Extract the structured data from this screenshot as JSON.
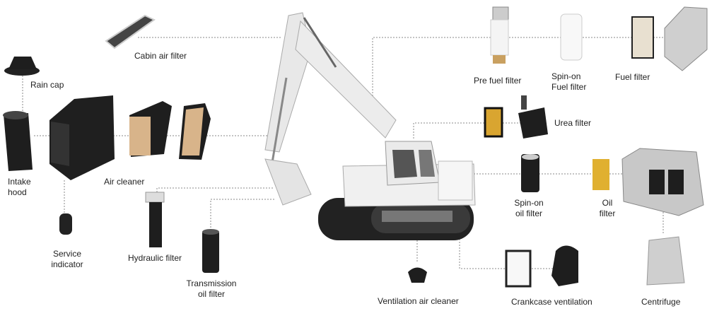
{
  "labels": {
    "cabin_air_filter": "Cabin air filter",
    "rain_cap": "Rain cap",
    "intake_hood_1": "Intake",
    "intake_hood_2": "hood",
    "air_cleaner": "Air cleaner",
    "service_indicator_1": "Service",
    "service_indicator_2": "indicator",
    "hydraulic_filter": "Hydraulic filter",
    "transmission_oil_filter_1": "Transmission",
    "transmission_oil_filter_2": "oil filter",
    "pre_fuel_filter": "Pre fuel filter",
    "spin_on_fuel_filter_1": "Spin-on",
    "spin_on_fuel_filter_2": "Fuel filter",
    "fuel_filter": "Fuel filter",
    "urea_filter": "Urea filter",
    "spin_on_oil_filter_1": "Spin-on",
    "spin_on_oil_filter_2": "oil filter",
    "oil_filter_1": "Oil",
    "oil_filter_2": "filter",
    "ventilation_air_cleaner": "Ventilation air cleaner",
    "crankcase_ventilation": "Crankcase ventilation",
    "centrifuge": "Centrifuge"
  },
  "colors": {
    "connector": "#8a8a8a",
    "part_dark": "#1e1e1e",
    "media_tan": "#d8b48a",
    "media_gold": "#e0b030",
    "machine": "#e6e6e6"
  }
}
